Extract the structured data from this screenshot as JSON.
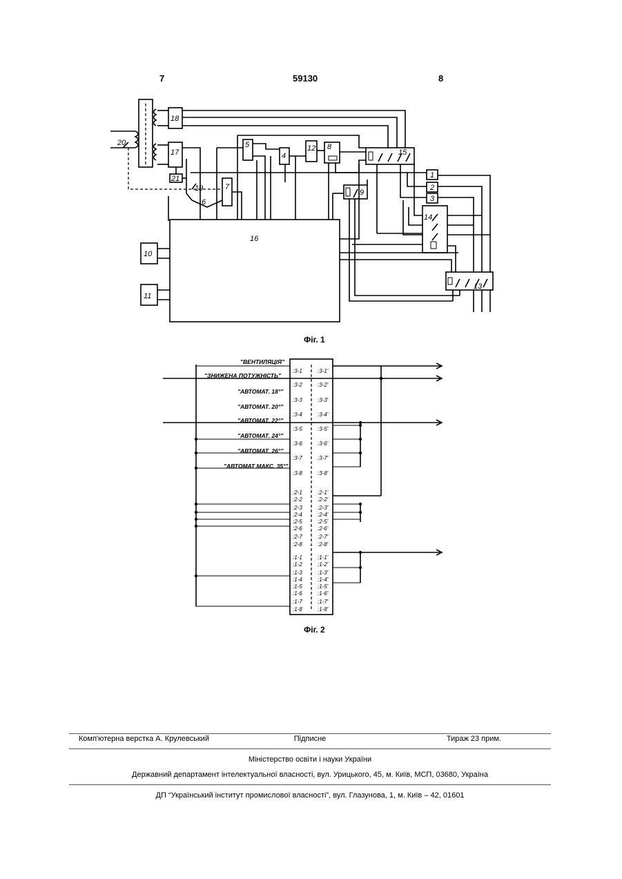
{
  "header": {
    "left_page": "7",
    "patent_number": "59130",
    "right_page": "8"
  },
  "fig1": {
    "caption": "Фіг. 1",
    "blocks": [
      "1",
      "2",
      "3",
      "4",
      "5",
      "6",
      "7",
      "8",
      "9",
      "10",
      "11",
      "12",
      "13",
      "14",
      "15",
      "16",
      "17",
      "18",
      "19",
      "20",
      "21"
    ]
  },
  "fig2": {
    "caption": "Фіг. 2",
    "rows": [
      {
        "label": "\"ВЕНТИЛЯЦІЯ\"",
        "left": ":3-1",
        "right": ":3-1'"
      },
      {
        "label": "\"ЗНИЖЕНА ПОТУЖНІСТЬ\"",
        "left": ":3-2",
        "right": ":3-2'"
      },
      {
        "label": "\"АВТОМАТ. 18°\"",
        "left": ":3-3",
        "right": ":3-3'"
      },
      {
        "label": "\"АВТОМАТ. 20°\"",
        "left": ":3-4",
        "right": ":3-4'"
      },
      {
        "label": "\"АВТОМАТ. 22°\"",
        "left": ":3-5",
        "right": ":3-5'"
      },
      {
        "label": "\"АВТОМАТ. 24°\"",
        "left": ":3-6",
        "right": ":3-6'"
      },
      {
        "label": "\"АВТОМАТ. 26°\"",
        "left": ":3-7",
        "right": ":3-7'"
      },
      {
        "label": "\"АВТОМАТ МАКС. 35°\"",
        "left": ":3-8",
        "right": ":3-8'"
      }
    ],
    "group2": [
      ":2-1",
      ":2-2",
      ":2-3",
      ":2-4",
      ":2-5",
      ":2-6",
      ":2-7",
      ":2-8"
    ],
    "group2r": [
      ":2-1'",
      ":2-2'",
      ":2-3'",
      ":2-4'",
      ":2-5'",
      ":2-6'",
      ":2-7'",
      ":2-8'"
    ],
    "group1": [
      ":1-1",
      ":1-2",
      ":1-3",
      ":1-4",
      ":1-5",
      ":1-6",
      ":1-7",
      ":1-8"
    ],
    "group1r": [
      ":1-1'",
      ":1-2'",
      ":1-3'",
      ":1-4'",
      ":1-5'",
      ":1-6'",
      ":1-7'",
      ":1-8'"
    ]
  },
  "footer": {
    "layout": "Комп'ютерна верстка А. Крулевський",
    "signed": "Підписне",
    "circulation": "Тираж 23 прим.",
    "ministry": "Міністерство освіти і науки України",
    "department": "Державний департамент інтелектуальної власності, вул. Урицького, 45, м. Київ, МСП, 03680, Україна",
    "institute": "ДП “Український інститут промислової власності”, вул. Глазунова, 1, м. Київ – 42, 01601"
  }
}
